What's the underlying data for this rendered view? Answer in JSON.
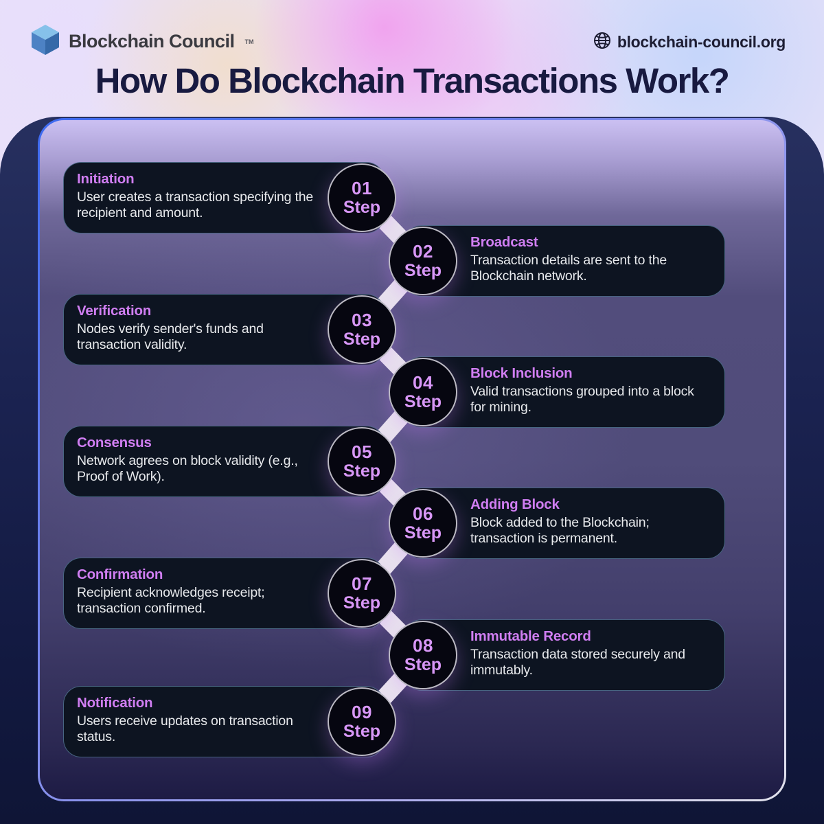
{
  "header": {
    "brand": "Blockchain Council",
    "trademark": "TM",
    "website": "blockchain-council.org",
    "title": "How Do Blockchain Transactions Work?"
  },
  "steps": [
    {
      "num": "01",
      "step_label": "Step",
      "title": "Initiation",
      "desc": "User creates a transaction specifying the recipient and amount."
    },
    {
      "num": "02",
      "step_label": "Step",
      "title": "Broadcast",
      "desc": "Transaction details are sent to the Blockchain network."
    },
    {
      "num": "03",
      "step_label": "Step",
      "title": "Verification",
      "desc": "Nodes verify sender's funds and transaction validity."
    },
    {
      "num": "04",
      "step_label": "Step",
      "title": "Block Inclusion",
      "desc": "Valid transactions grouped into a block for mining."
    },
    {
      "num": "05",
      "step_label": "Step",
      "title": "Consensus",
      "desc": "Network agrees on block validity (e.g., Proof of Work)."
    },
    {
      "num": "06",
      "step_label": "Step",
      "title": "Adding Block",
      "desc": "Block added to the Blockchain; transaction is permanent."
    },
    {
      "num": "07",
      "step_label": "Step",
      "title": "Confirmation",
      "desc": "Recipient acknowledges receipt; transaction confirmed."
    },
    {
      "num": "08",
      "step_label": "Step",
      "title": "Immutable Record",
      "desc": "Transaction data stored securely and immutably."
    },
    {
      "num": "09",
      "step_label": "Step",
      "title": "Notification",
      "desc": "Users receive updates on transaction status."
    }
  ],
  "colors": {
    "accent_title": "#d07ef2",
    "accent_step": "#d897f7",
    "card_bg": "#0d1421",
    "card_border": "#78a8d2",
    "panel_border_start": "#3d6af0",
    "panel_border_end": "#e2e2ec",
    "connector": "#eae6ee",
    "page_dark": "#1b2351",
    "title_text": "#181a40",
    "body_text": "#e7e9ec"
  }
}
